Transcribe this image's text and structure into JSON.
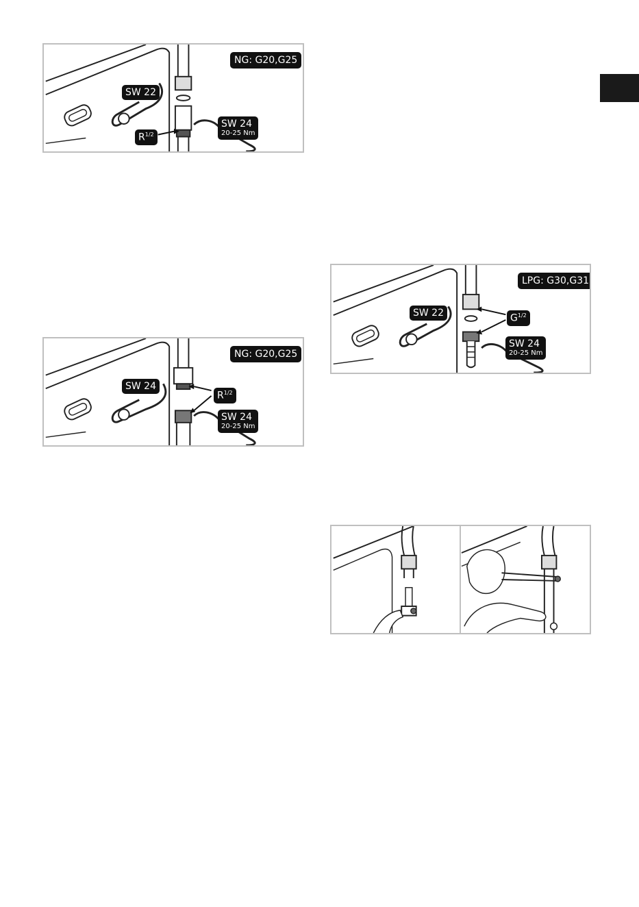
{
  "figures": {
    "fig1": {
      "gas": "NG: G20,G25",
      "wrench_top": "SW 22",
      "wrench_bottom": "SW 24",
      "torque": "20-25 Nm",
      "thread": "R",
      "thread_sup": "1/2"
    },
    "fig2": {
      "gas": "NG: G20,G25",
      "wrench_top": "SW 24",
      "wrench_bottom": "SW 24",
      "torque": "20-25 Nm",
      "thread": "R",
      "thread_sup": "1/2"
    },
    "fig3": {
      "gas": "LPG: G30,G31",
      "wrench_top": "SW 22",
      "wrench_bottom": "SW 24",
      "torque": "20-25 Nm",
      "thread": "G",
      "thread_sup": "1/2"
    }
  }
}
